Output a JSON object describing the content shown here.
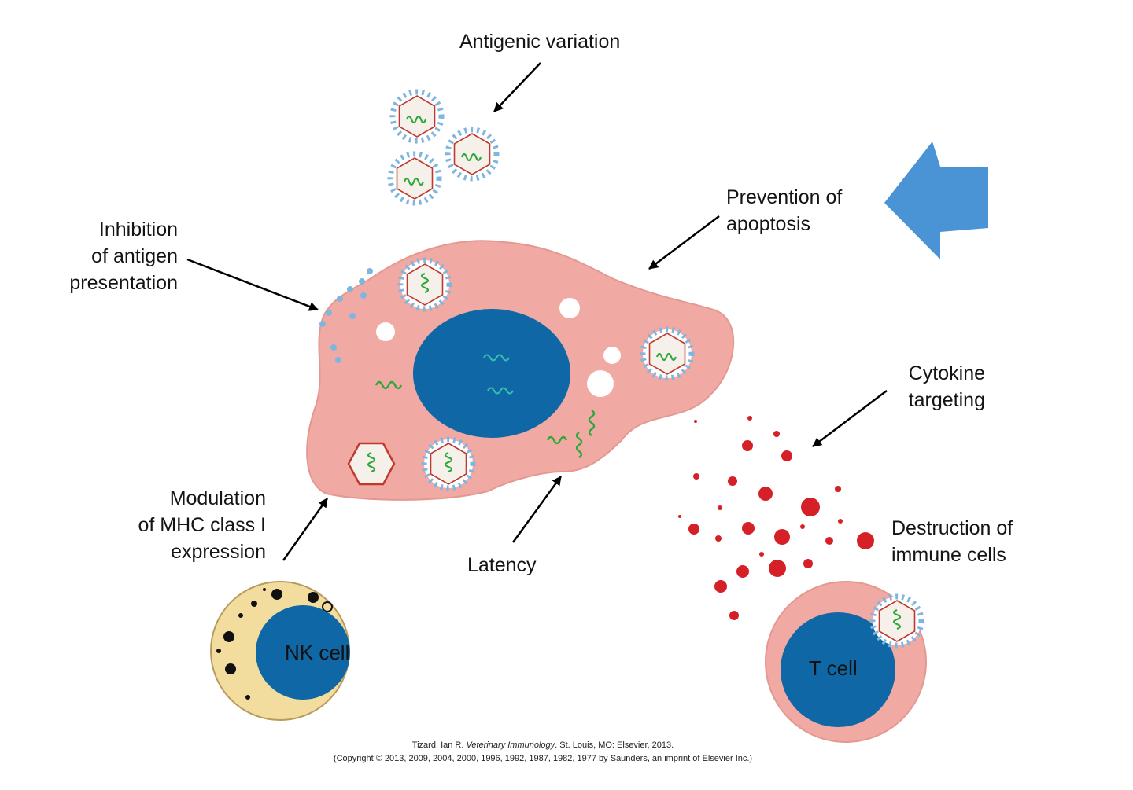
{
  "labels": {
    "antigenic_variation": "Antigenic variation",
    "prevention_of_apoptosis": "Prevention of\napoptosis",
    "inhibition_of_antigen_presentation": "Inhibition\nof antigen\npresentation",
    "cytokine_targeting": "Cytokine\ntargeting",
    "destruction_of_immune_cells": "Destruction of\nimmune cells",
    "modulation_of_mhc": "Modulation\nof MHC class I\nexpression",
    "latency": "Latency"
  },
  "cells": {
    "nk_cell": "NK cell",
    "t_cell": "T cell"
  },
  "citation": {
    "line1_prefix": "Tizard, Ian R. ",
    "line1_title": "Veterinary Immunology",
    "line1_suffix": ". St. Louis, MO: Elsevier, 2013.",
    "line2": "(Copyright © 2013, 2009, 2004, 2000, 1996, 1992, 1987, 1982, 1977 by Saunders, an imprint of Elsevier Inc.)"
  },
  "colors": {
    "host_cell": "#f0a9a3",
    "nucleus": "#0f67a6",
    "nk_cytoplasm": "#f3dd9e",
    "virion_spikes": "#7fb6df",
    "virion_capsid": "#c0392b",
    "viral_genome": "#2ea83a",
    "cytokine": "#d42026",
    "big_arrow": "#4a93d4",
    "pointer_arrow": "#000000"
  },
  "icons": {
    "big_arrow": "left-pointing-block-arrow",
    "pointer": "black-arrow"
  }
}
